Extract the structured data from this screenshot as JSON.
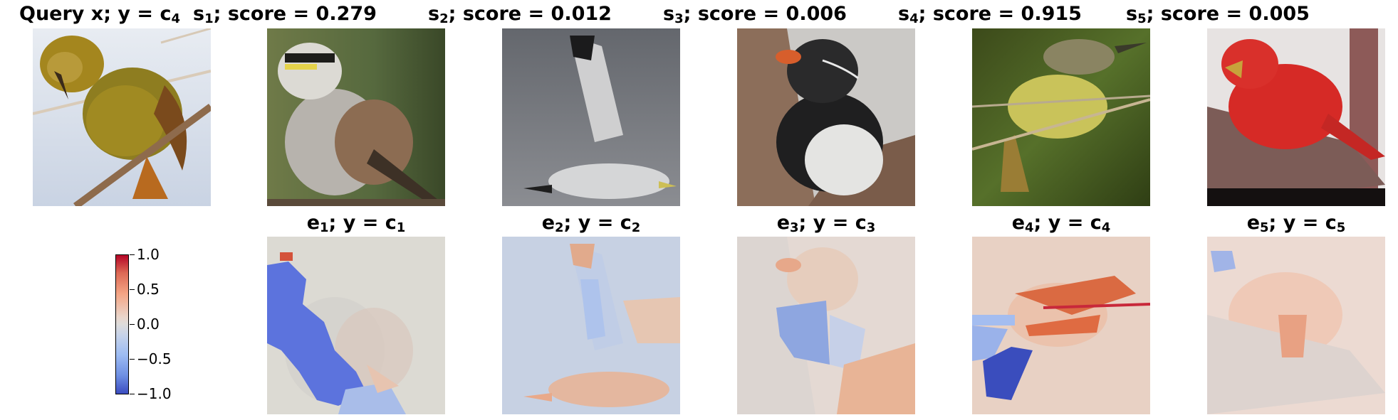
{
  "top_row": [
    {
      "title_main": "Query x; y = c",
      "title_sub": "4",
      "image": "query-bird-photo"
    },
    {
      "title_main": "s",
      "title_sub": "1",
      "title_rest": "; score = 0.279",
      "image": "white-throated-sparrow-photo"
    },
    {
      "title_main": "s",
      "title_sub": "2",
      "title_rest": "; score = 0.012",
      "image": "gull-in-flight-photo"
    },
    {
      "title_main": "s",
      "title_sub": "3",
      "title_rest": "; score = 0.006",
      "image": "auklet-photo"
    },
    {
      "title_main": "s",
      "title_sub": "4",
      "title_rest": "; score = 0.915",
      "image": "flycatcher-photo"
    },
    {
      "title_main": "s",
      "title_sub": "5",
      "title_rest": "; score = 0.005",
      "image": "red-tanager-photo"
    }
  ],
  "bottom_row": [
    {
      "title_main": "e",
      "title_sub": "1",
      "title_mid": "; y = c",
      "title_sub2": "1"
    },
    {
      "title_main": "e",
      "title_sub": "2",
      "title_mid": "; y = c",
      "title_sub2": "2"
    },
    {
      "title_main": "e",
      "title_sub": "3",
      "title_mid": "; y = c",
      "title_sub2": "3"
    },
    {
      "title_main": "e",
      "title_sub": "4",
      "title_mid": "; y = c",
      "title_sub2": "4"
    },
    {
      "title_main": "e",
      "title_sub": "5",
      "title_mid": "; y = c",
      "title_sub2": "5"
    }
  ],
  "colorbar": {
    "ticks": [
      "1.0",
      "0.5",
      "0.0",
      "−0.5",
      "−1.0"
    ],
    "colormap": "coolwarm",
    "high_color": "#b40426",
    "low_color": "#3b4cc0"
  }
}
